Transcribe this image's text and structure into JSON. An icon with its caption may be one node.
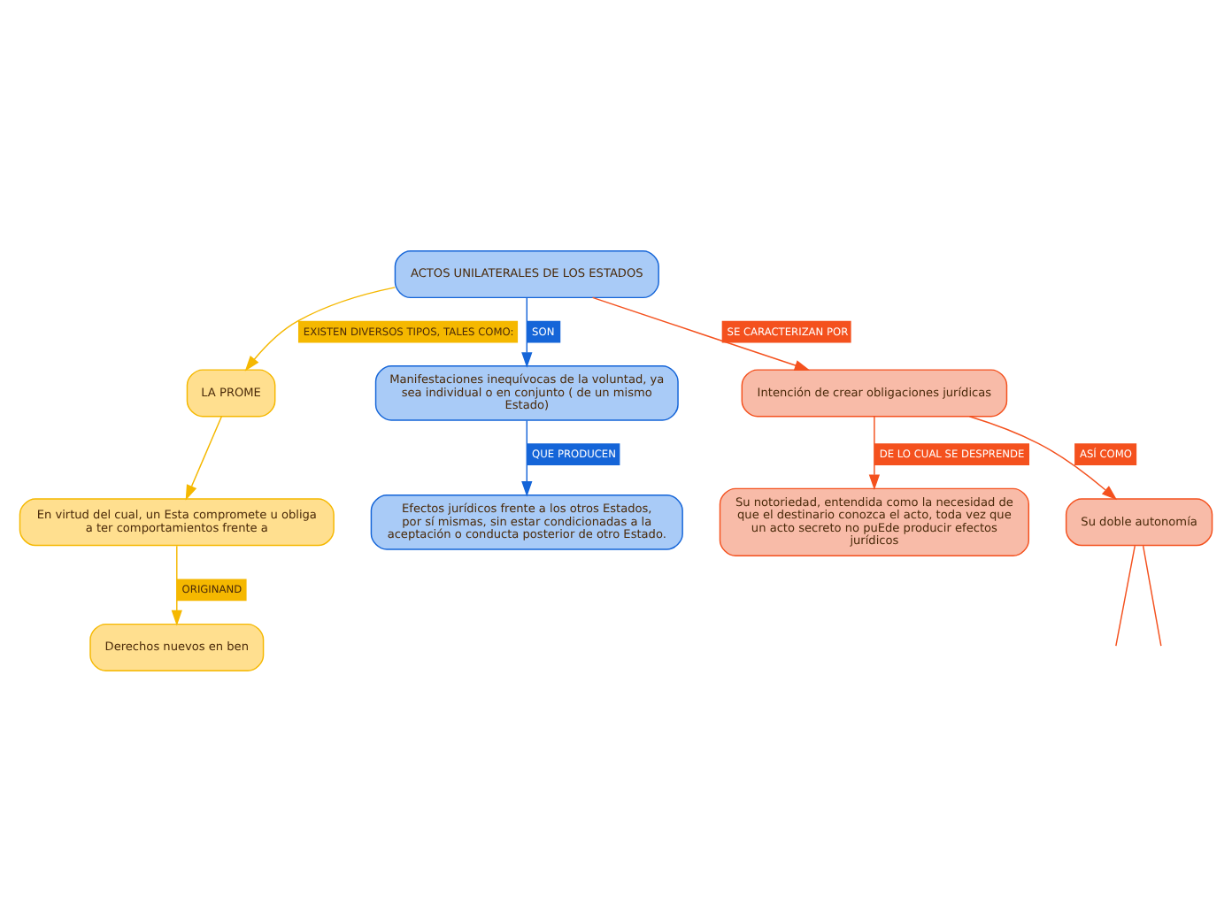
{
  "diagram": {
    "nodes": [
      {
        "text": [
          "ACTOS UNILATERALES DE LOS ESTADOS"
        ]
      },
      {
        "text": [
          "LA PROME"
        ]
      },
      {
        "text": [
          "Manifestaciones inequívocas de la voluntad, ya sea individual o en conjunto ( de un mismo Estado)"
        ]
      },
      {
        "text": [
          "Efectos jurídicos frente a los otros Estados, por sí mismas, sin estar condicionadas a la aceptación o conducta posterior de otro Estado."
        ]
      },
      {
        "text": [
          "Intención de crear obligaciones jurídicas"
        ]
      },
      {
        "text": [
          "Su notoriedad, entendida como la necesidad de que el destinario conozca el acto, toda vez que un acto secreto no puEde producir efectos jurídicos"
        ]
      },
      {
        "text": [
          "Su doble autonomía"
        ]
      },
      {
        "text": [
          "En virtud del cual, un Esta compromete u obliga a ter comportamientos frente a"
        ]
      },
      {
        "text": [
          "Derechos nuevos en ben"
        ]
      }
    ],
    "edges": [
      {
        "from": 0,
        "to": 1,
        "arrow": "to",
        "label": "EXISTEN DIVERSOS TIPOS, TALES COMO:",
        "color": "#f5b800"
      },
      {
        "from": 0,
        "to": 2,
        "arrow": "to",
        "label": "SON",
        "color": "#1565d8"
      },
      {
        "from": 2,
        "to": 3,
        "arrow": "to",
        "label": "QUE PRODUCEN",
        "color": "#1565d8"
      },
      {
        "from": 0,
        "to": 4,
        "arrow": "to",
        "label": "SE CARACTERIZAN POR"
      },
      {
        "from": 4,
        "to": 6,
        "arrow": "to",
        "label": "ASÍ COMO"
      },
      {
        "from": 4,
        "to": 5,
        "arrow": "to",
        "label": "DE LO CUAL SE DESPRENDE"
      },
      {
        "from": 1,
        "to": 7,
        "arrow": "to",
        "color": "#f5b800"
      },
      {
        "from": 7,
        "to": 8,
        "arrow": "to",
        "label": "ORIGINAND",
        "color": "#f5b800"
      },
      {
        "from": 6,
        "to": null,
        "arrow": "none"
      },
      {
        "from": 6,
        "to": null,
        "arrow": "none"
      }
    ]
  }
}
